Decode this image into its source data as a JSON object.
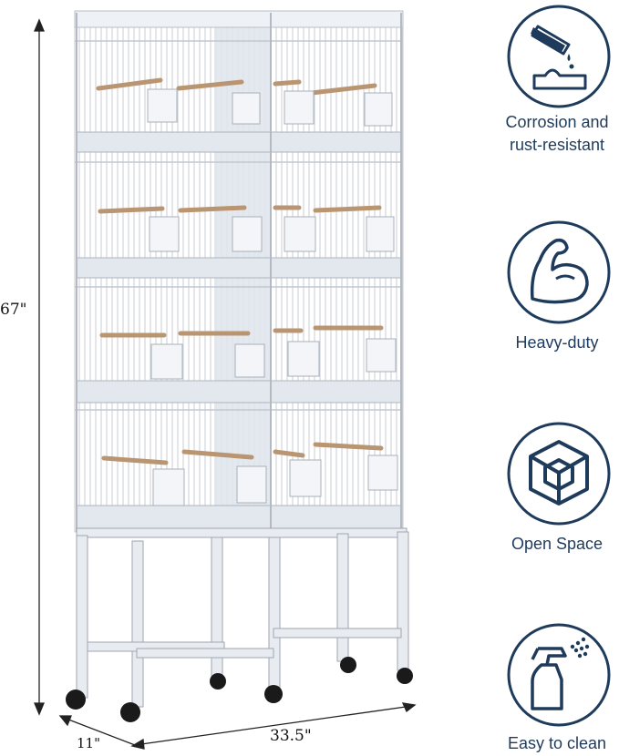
{
  "dimensions": {
    "height": "67\"",
    "depth": "11\"",
    "width": "33.5\""
  },
  "features": [
    {
      "icon": "corrosion-resistant-icon",
      "label": "Corrosion and rust-resistant"
    },
    {
      "icon": "heavy-duty-icon",
      "label": "Heavy-duty"
    },
    {
      "icon": "open-space-icon",
      "label": "Open Space"
    },
    {
      "icon": "spray-bottle-icon",
      "label": "Easy to clean"
    }
  ],
  "colors": {
    "icon_navy": "#1f3b5c",
    "cage_white": "#e9edf2",
    "perch_wood": "#b99572"
  }
}
